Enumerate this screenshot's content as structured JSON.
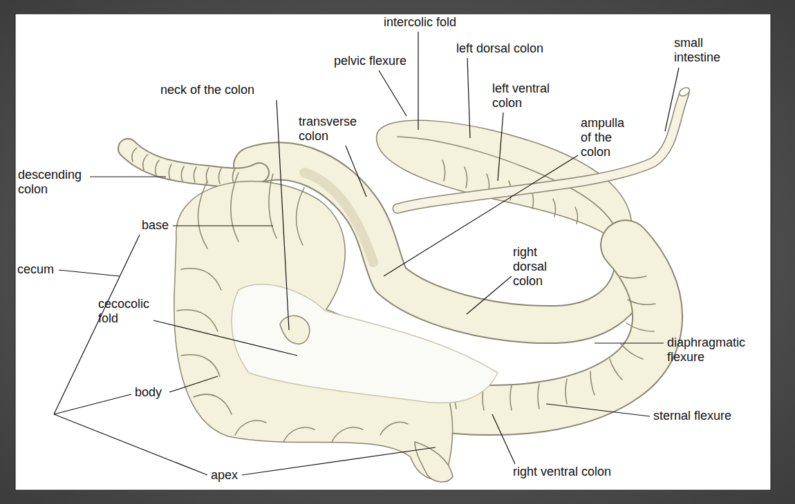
{
  "diagram": {
    "labels": [
      "intercolic fold",
      "pelvic flexure",
      "left dorsal colon",
      "small intestine",
      "neck of the colon",
      "left ventral colon",
      "transverse colon",
      "ampulla of the colon",
      "descending colon",
      "base",
      "cecum",
      "right dorsal colon",
      "cecocolic fold",
      "body",
      "diaphragmatic flexure",
      "sternal flexure",
      "apex",
      "right ventral colon"
    ]
  }
}
